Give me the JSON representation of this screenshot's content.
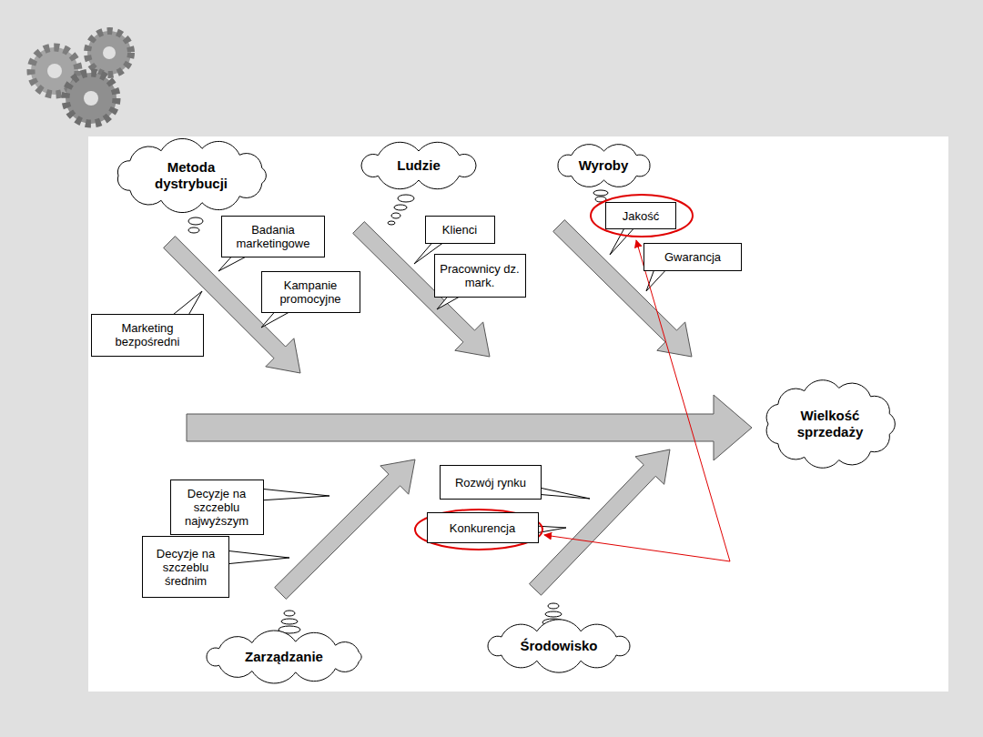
{
  "diagram": {
    "nodes": [
      {
        "text": [
          "Metoda dystrybucji"
        ]
      },
      {
        "text": [
          "Badania marketingowe"
        ]
      },
      {
        "text": [
          "Kampanie promocyjne"
        ]
      },
      {
        "text": [
          "Marketing bezpośredni"
        ]
      },
      {
        "text": [
          "Ludzie"
        ]
      },
      {
        "text": [
          "Klienci"
        ]
      },
      {
        "text": [
          "Pracownicy dz. mark."
        ]
      },
      {
        "text": [
          "Wyroby"
        ]
      },
      {
        "text": [
          "Jakość"
        ]
      },
      {
        "text": [
          "Gwarancja"
        ]
      },
      {
        "text": [
          "Wielkość sprzedaży"
        ]
      },
      {
        "text": [
          "Decyzje na szczeblu najwyższym"
        ]
      },
      {
        "text": [
          "Decyzje na szczeblu średnim"
        ]
      },
      {
        "text": [
          "Rozwój rynku"
        ]
      },
      {
        "text": [
          "Konkurencja"
        ]
      },
      {
        "text": [
          "Zarządzanie"
        ]
      },
      {
        "text": [
          "Środowisko"
        ]
      }
    ]
  }
}
